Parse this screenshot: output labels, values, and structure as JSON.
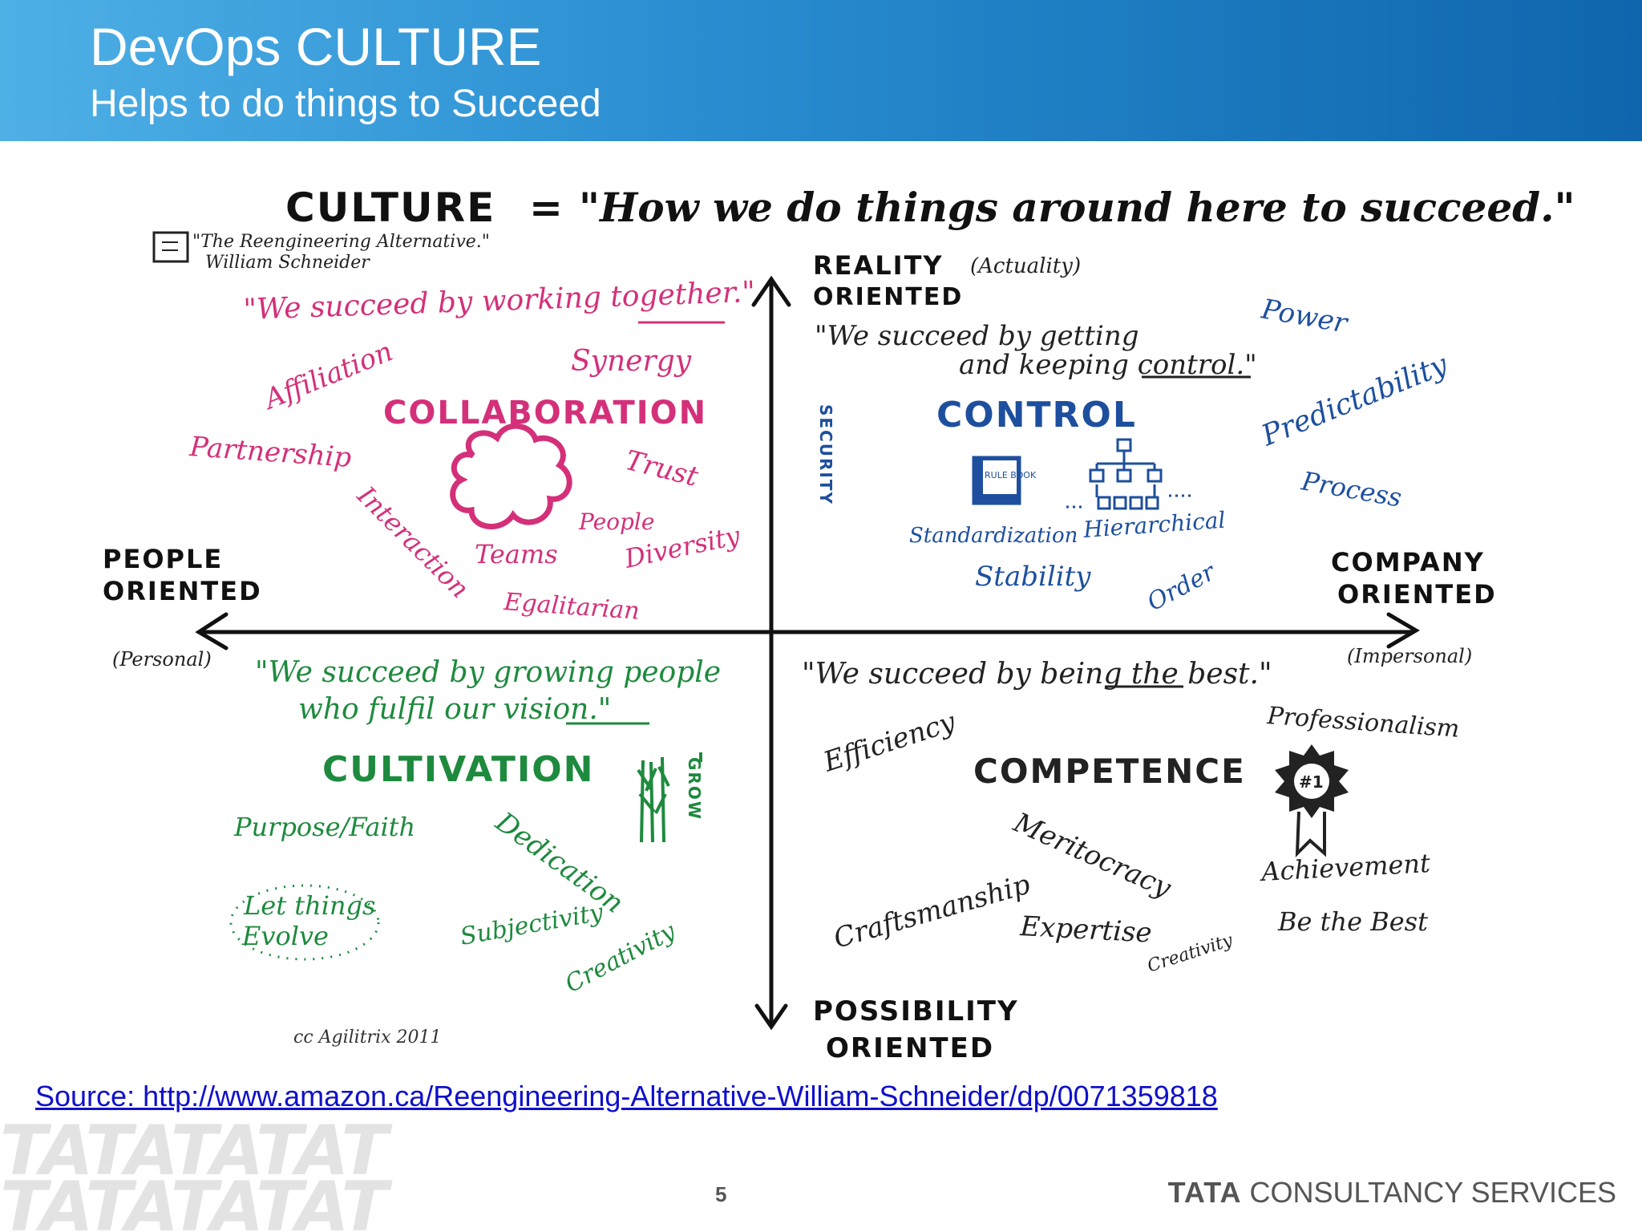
{
  "header": {
    "title": "DevOps CULTURE",
    "subtitle": "Helps to do things to Succeed"
  },
  "diagram": {
    "headline_left": "CULTURE",
    "headline_eq": "=",
    "headline_quote": "\"How we do things around here to succeed.\"",
    "book_ref_line1": "\"The Reengineering Alternative.\"",
    "book_ref_line2": "William Schneider",
    "axes": {
      "top_line1": "REALITY",
      "top_line2": "ORIENTED",
      "top_note": "(Actuality)",
      "bottom_line1": "POSSIBILITY",
      "bottom_line2": "ORIENTED",
      "left_line1": "PEOPLE",
      "left_line2": "ORIENTED",
      "left_note": "(Personal)",
      "right_line1": "COMPANY",
      "right_line2": "ORIENTED",
      "right_note": "(Impersonal)"
    },
    "security_label": "SECURITY",
    "collaboration": {
      "quote": "\"We succeed by working together.\"",
      "title": "COLLABORATION",
      "words": [
        "Affiliation",
        "Synergy",
        "Partnership",
        "Trust",
        "Interaction",
        "People",
        "Teams",
        "Diversity",
        "Egalitarian"
      ],
      "color": "#d4307a"
    },
    "control": {
      "quote_line1": "\"We succeed by getting",
      "quote_line2": "and keeping control.\"",
      "title": "CONTROL",
      "words": [
        "Power",
        "Predictability",
        "Process",
        "Standardization",
        "Hierarchical",
        "Stability",
        "Order"
      ],
      "rulebook_label": "RULE BOOK",
      "color": "#1d4f9e"
    },
    "cultivation": {
      "quote_line1": "\"We succeed by growing people",
      "quote_line2": "who fulfil our vision.\"",
      "title": "CULTIVATION",
      "grow_label": "GROW",
      "words": [
        "Purpose/Faith",
        "Dedication",
        "Let things",
        "Evolve",
        "Subjectivity",
        "Creativity"
      ],
      "color": "#1e8a3e"
    },
    "competence": {
      "quote": "\"We succeed by being the best.\"",
      "title": "COMPETENCE",
      "badge": "#1",
      "words": [
        "Efficiency",
        "Professionalism",
        "Meritocracy",
        "Achievement",
        "Craftsmanship",
        "Expertise",
        "Creativity",
        "Be the Best"
      ],
      "color": "#222222"
    },
    "credit": "cc Agilitrix 2011"
  },
  "footer": {
    "source": "Source: http://www.amazon.ca/Reengineering-Alternative-William-Schneider/dp/0071359818",
    "page_number": "5",
    "brand_bold": "TATA",
    "brand_rest": "CONSULTANCY SERVICES",
    "watermark": "TATATATAT"
  }
}
